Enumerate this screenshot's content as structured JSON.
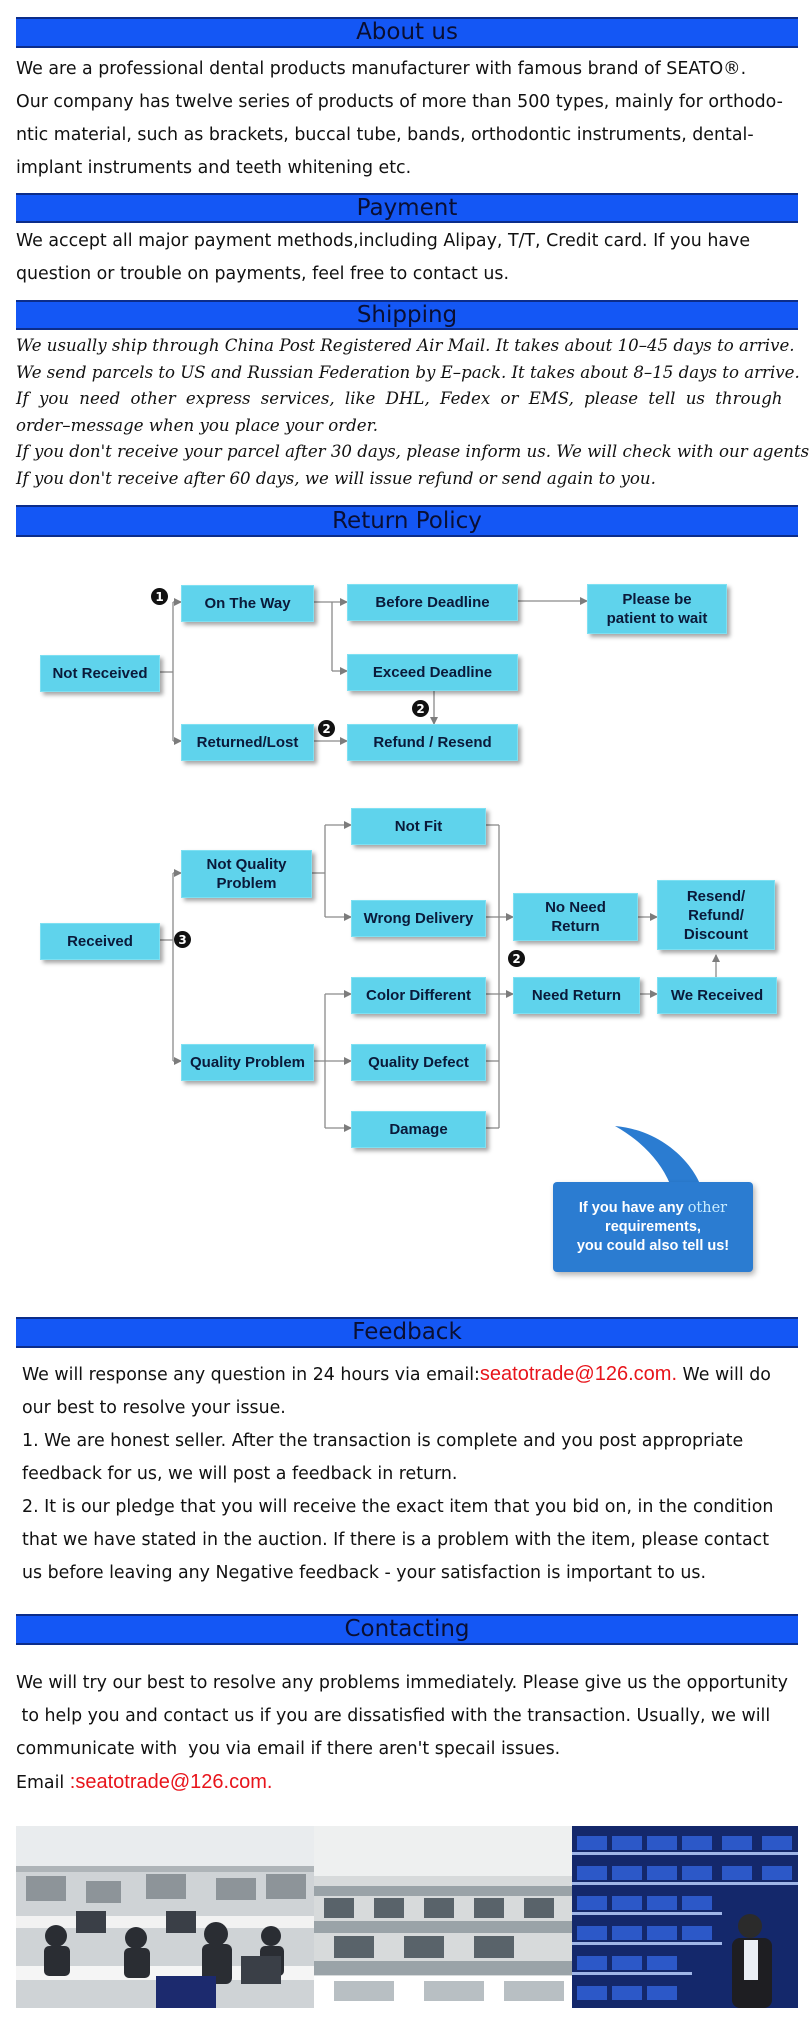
{
  "about": {
    "heading": "About us",
    "lines": [
      "We are a professional dental products manufacturer with famous brand of SEATO®.",
      "Our company has twelve series of products of more than 500 types, mainly for orthodo-",
      "ntic material, such as brackets, buccal tube, bands, orthodontic instruments, dental-",
      "implant instruments and teeth whitening etc."
    ]
  },
  "payment": {
    "heading": "Payment",
    "lines": [
      "We accept all major payment methods,including Alipay, T/T, Credit card. If you have",
      "question or trouble on payments, feel free to contact us."
    ]
  },
  "shipping": {
    "heading": "Shipping",
    "lines": [
      "We usually ship through China Post Registered Air Mail. It takes about 10–45 days to arrive.",
      "We send parcels to US and Russian Federation by E–pack. It takes about 8–15 days to arrive.",
      "If you need other express services, like DHL, Fedex or EMS, please tell us through",
      "order–message when you place your order.",
      "If you don't receive your parcel after 30 days, please inform us. We will check with our agents.",
      "If you don't receive after 60 days, we will issue refund or send again to you."
    ]
  },
  "return_policy": {
    "heading": "Return Policy",
    "markers": [
      "1",
      "2",
      "3"
    ],
    "nodes": {
      "not_received": "Not Received",
      "on_the_way": "On The Way",
      "before_deadline": "Before Deadline",
      "please_be_patient": "Please be patient to wait",
      "exceed_deadline": "Exceed Deadline",
      "returned_lost": "Returned/Lost",
      "refund_resend": "Refund / Resend",
      "received": "Received",
      "not_quality_problem": "Not Quality Problem",
      "not_fit": "Not Fit",
      "wrong_delivery": "Wrong Delivery",
      "no_need_return": "No Need Return",
      "resend_refund_discount": "Resend/ Refund/ Discount",
      "color_different": "Color Different",
      "need_return": "Need Return",
      "we_received": "We Received",
      "quality_problem": "Quality Problem",
      "quality_defect": "Quality Defect",
      "damage": "Damage"
    },
    "bubble": {
      "line1_a": "If you have any ",
      "line1_b": "other",
      "line2": "requirements,",
      "line3": "you could also tell us!"
    },
    "colors": {
      "node": "#5fd3ec",
      "bubble": "#2b7cd1",
      "band": "#1457f5"
    }
  },
  "feedback": {
    "heading": "Feedback",
    "line1_pre": "We will response any question in 24 hours via email:",
    "email": "seatotrade@126.com.",
    "line1_post": " We will do",
    "line2": "our best to resolve your issue.",
    "line3": "1. We are honest seller. After the transaction is complete and you post appropriate",
    "line4": "feedback for us, we will post a feedback in return.",
    "line5": "2. It is our pledge that you will receive the exact item that you bid on, in the condition",
    "line6": "that we have stated in the auction. If there is a problem with the item, please contact",
    "line7": "us before leaving any Negative feedback - your satisfaction is important to us."
  },
  "contacting": {
    "heading": "Contacting",
    "lines": [
      "We will try our best to resolve any problems immediately. Please give us the opportunity",
      " to help you and contact us if you are dissatisfied with the transaction. Usually, we will",
      "communicate with  you via email if there aren't specail issues."
    ],
    "email_label": "Email ",
    "email": ":seatotrade@126.com."
  },
  "photos": [
    "office-photo",
    "factory-photo",
    "warehouse-photo"
  ]
}
